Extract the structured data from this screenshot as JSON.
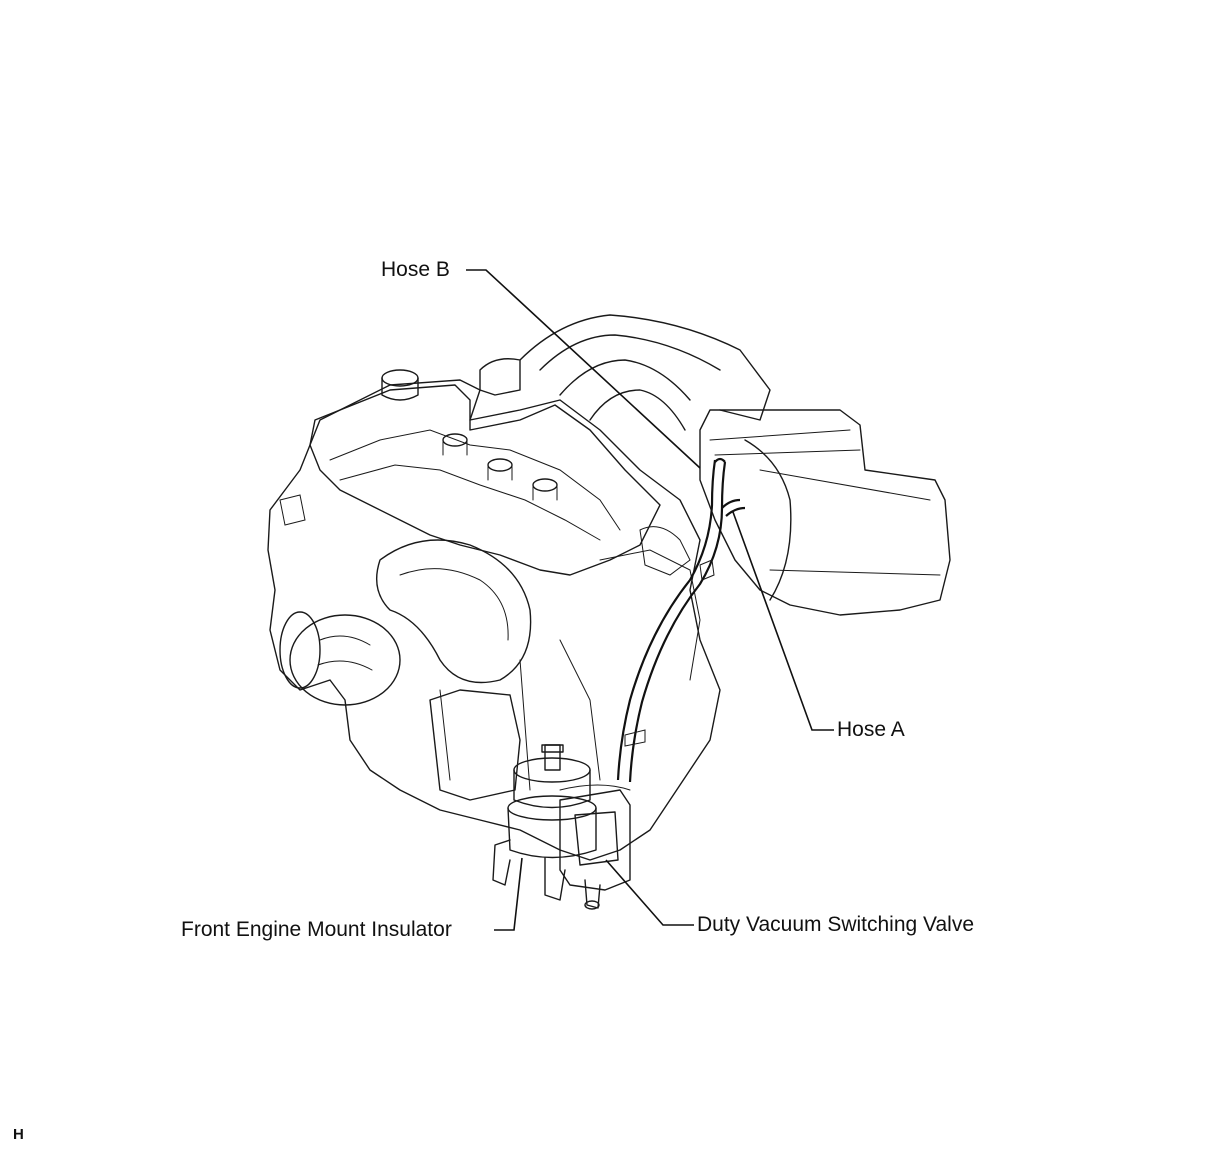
{
  "labels": {
    "hose_b": "Hose B",
    "hose_a": "Hose A",
    "front_engine_mount_insulator": "Front Engine Mount Insulator",
    "duty_vacuum_switching_valve": "Duty Vacuum Switching Valve"
  },
  "figure_code": "H"
}
